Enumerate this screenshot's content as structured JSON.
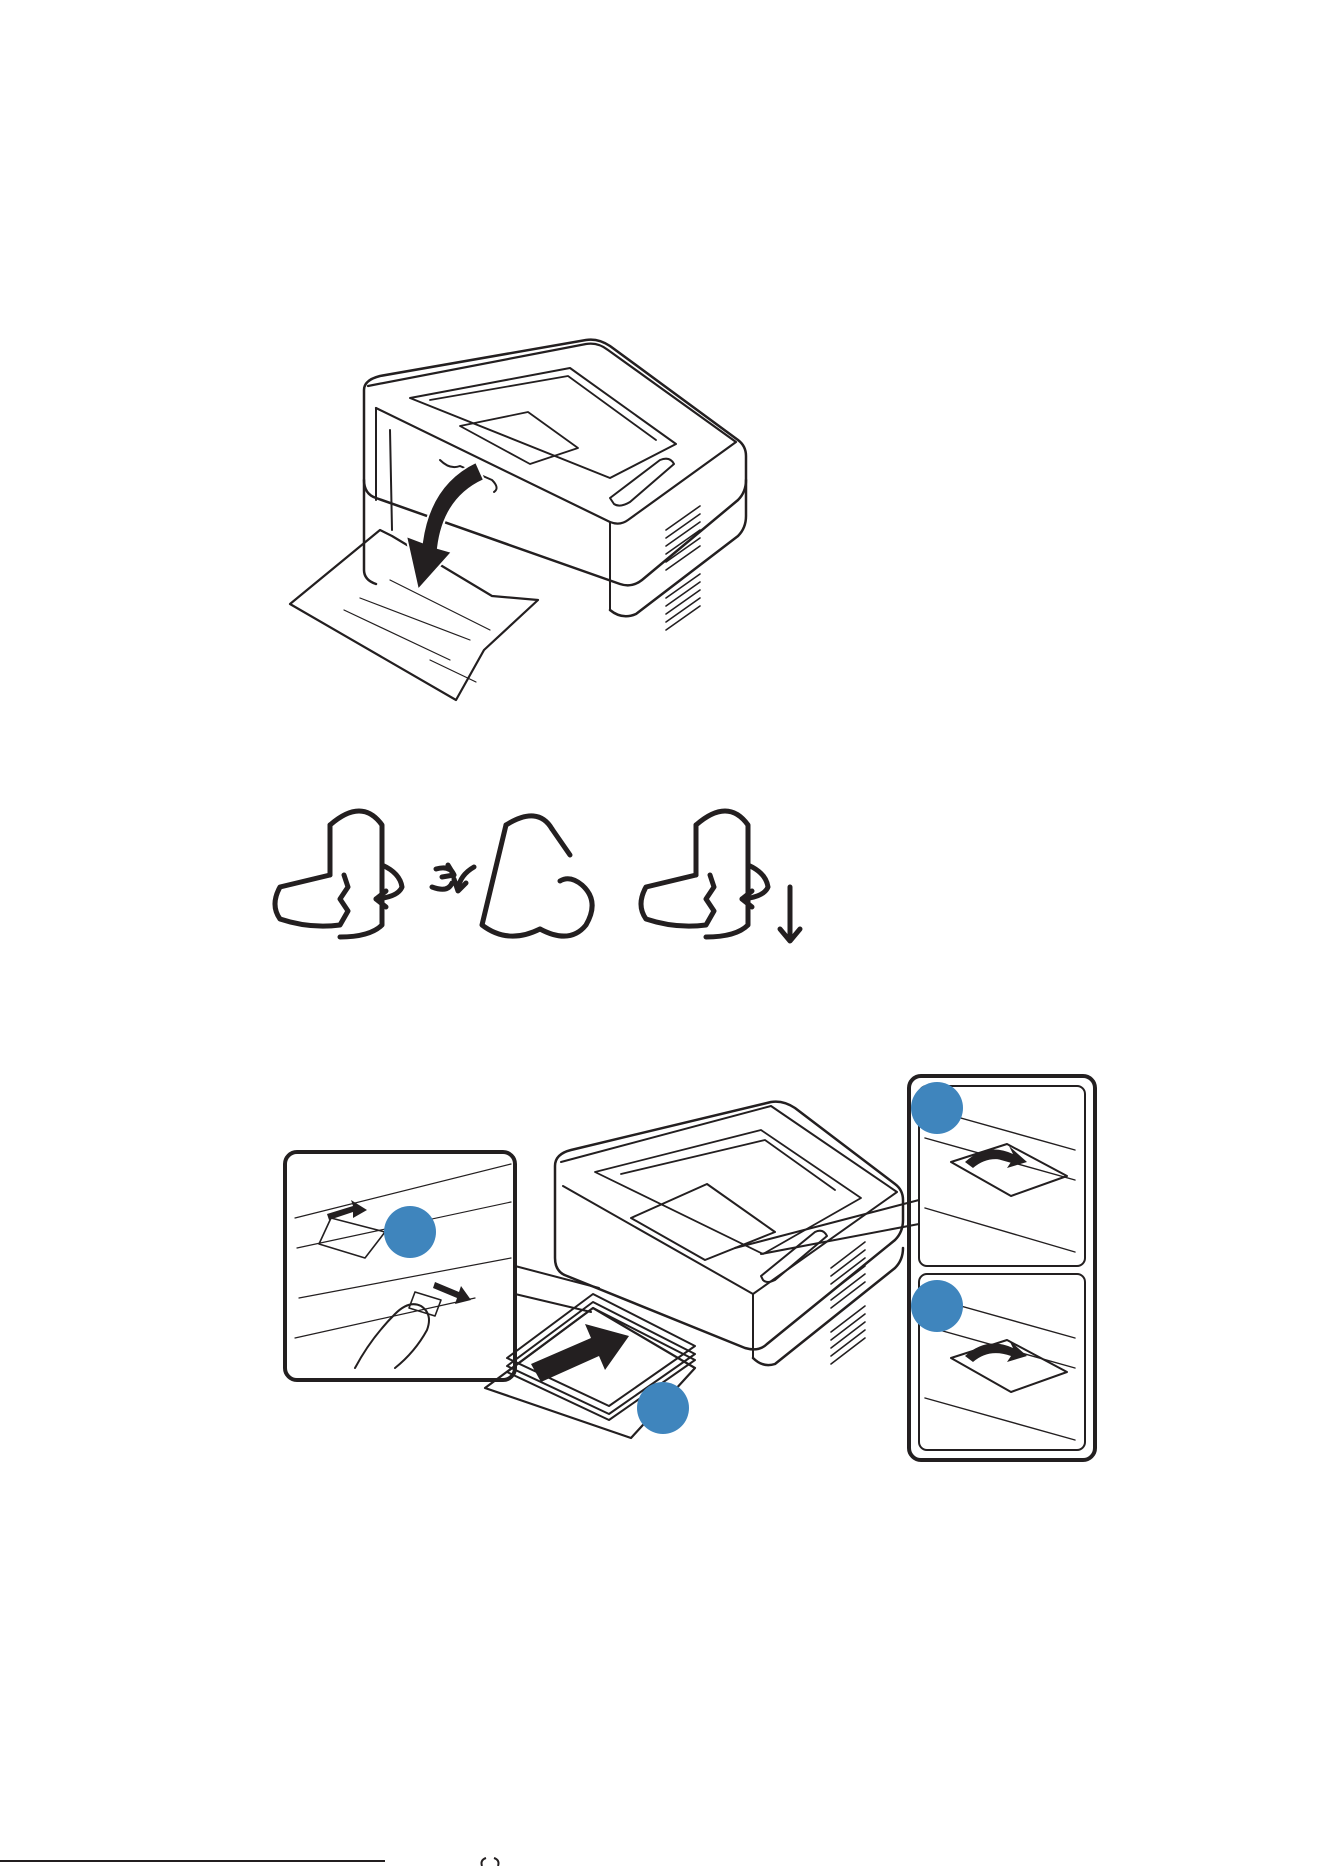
{
  "colors": {
    "ink": "#231f20",
    "paper_blue_dark": "#2d6d93",
    "paper_blue_light": "#e6eff5",
    "callout_blue": "#3f85bd"
  },
  "figures": [
    {
      "id": "open-tray",
      "icons": [
        "printer-icon",
        "tray-open-arrow-icon"
      ]
    },
    {
      "id": "prepare-paper",
      "icons": [
        "flex-paper-icon",
        "fan-paper-icon",
        "align-paper-icon"
      ]
    },
    {
      "id": "load-paper",
      "icons": [
        "printer-icon",
        "paper-stack-icon",
        "push-arrow-icon",
        "guide-adjust-icon",
        "output-support-icon"
      ]
    }
  ],
  "callouts": [
    {
      "name": "callout-guide",
      "text": ""
    },
    {
      "name": "callout-paper",
      "text": ""
    },
    {
      "name": "callout-support-1",
      "text": ""
    },
    {
      "name": "callout-support-2",
      "text": ""
    }
  ]
}
